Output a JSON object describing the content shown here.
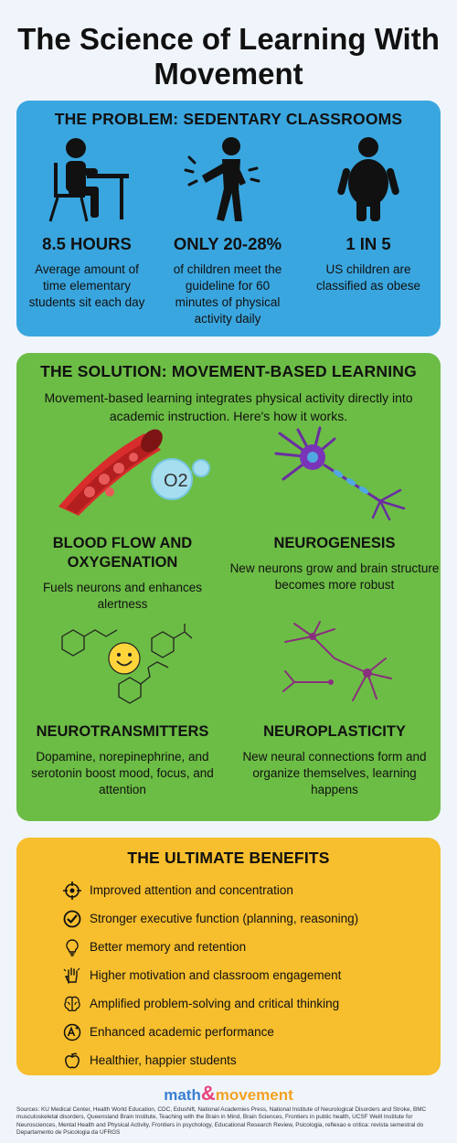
{
  "title": "The Science of Learning With Movement",
  "problem": {
    "title": "THE PROBLEM: SEDENTARY CLASSROOMS",
    "stats": [
      {
        "icon": "seated-student-icon",
        "value": "8.5 HOURS",
        "text": "Average amount of time elementary students sit each day"
      },
      {
        "icon": "active-child-icon",
        "value": "ONLY 20-28%",
        "text": "of children meet the guideline for 60 minutes of physical activity daily"
      },
      {
        "icon": "obese-child-icon",
        "value": "1 IN 5",
        "text": "US children are classified as obese"
      }
    ]
  },
  "solution": {
    "title": "THE SOLUTION: MOVEMENT-BASED LEARNING",
    "intro": "Movement-based learning integrates physical activity directly into academic instruction. Here's how it works.",
    "o2_label": "O2",
    "items": [
      {
        "title": "BLOOD FLOW AND OXYGENATION",
        "text": "Fuels neurons and enhances alertness"
      },
      {
        "title": "NEUROGENESIS",
        "text": "New neurons grow and brain structure becomes more robust"
      },
      {
        "title": "NEUROTRANSMITTERS",
        "text": "Dopamine, norepinephrine, and serotonin boost mood, focus, and attention"
      },
      {
        "title": "NEUROPLASTICITY",
        "text": "New neural connections form and organize themselves, learning happens"
      }
    ]
  },
  "benefits": {
    "title": "THE ULTIMATE BENEFITS",
    "items": [
      {
        "icon": "target-icon",
        "text": "Improved attention and concentration"
      },
      {
        "icon": "check-circle-icon",
        "text": "Stronger executive function (planning, reasoning)"
      },
      {
        "icon": "lightbulb-icon",
        "text": "Better memory and retention"
      },
      {
        "icon": "raised-hand-icon",
        "text": "Higher motivation and classroom engagement"
      },
      {
        "icon": "brain-icon",
        "text": "Amplified problem-solving and critical thinking"
      },
      {
        "icon": "a-plus-icon",
        "text": "Enhanced academic performance"
      },
      {
        "icon": "apple-icon",
        "text": "Healthier, happier students"
      }
    ]
  },
  "logo": {
    "part1": "math",
    "amp": "&",
    "part2": "movement"
  },
  "sources": "Sources: KU Medical Center, Health World Education, CDC, Edushift, National Academies Press, National Institute of Neurological Disorders and Stroke, BMC musculoskeletal disorders, Queensland Brain Institute, Teaching with the Brain in Mind, Brain Sciences, Frontiers in public health, UCSF Weill Institute for Neurosciences, Mental Health and Physical Activity, Frontiers in psychology, Educational Research Review, Psicologia, reflexao e critica: revista semestral do Departamento de Psicologia da UFRGS",
  "colors": {
    "problem_bg": "#3aa6df",
    "solution_bg": "#6cbd45",
    "benefits_bg": "#f7be2d",
    "page_bg": "#f0f5fb"
  }
}
